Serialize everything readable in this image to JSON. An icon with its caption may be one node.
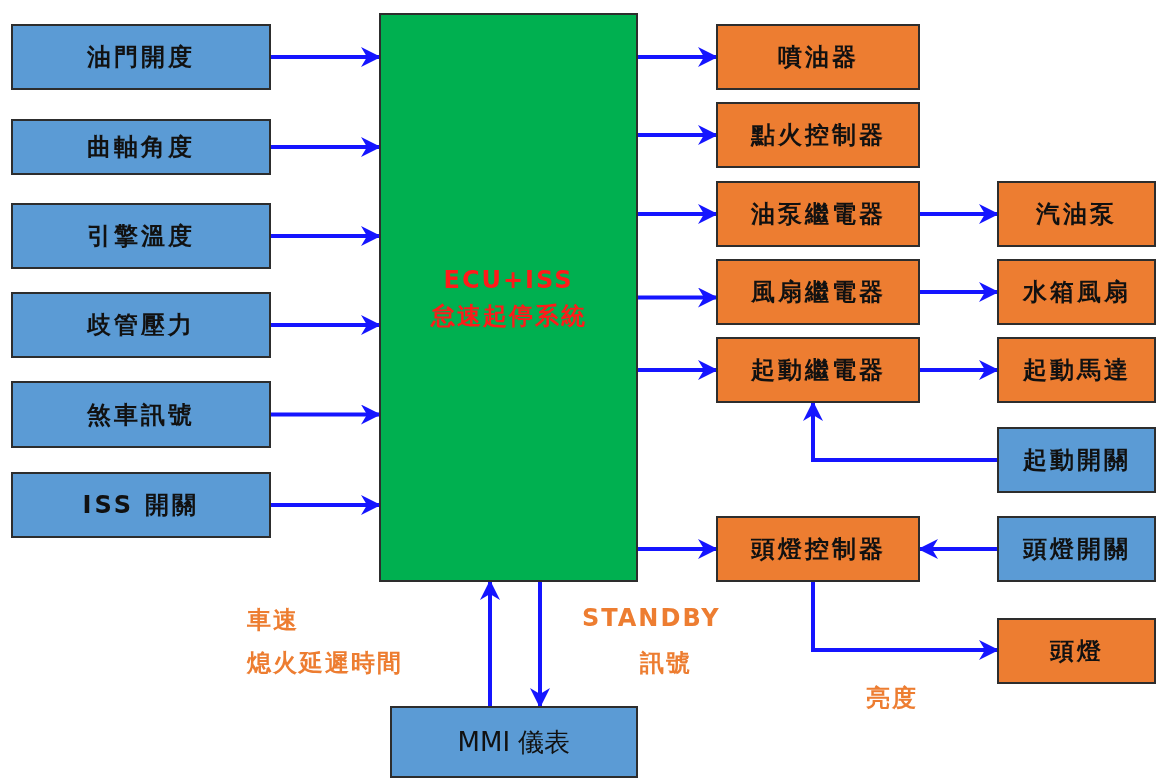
{
  "diagram": {
    "nodes": [
      {
        "text": [
          "油門開度"
        ]
      },
      {
        "text": [
          "曲軸角度"
        ]
      },
      {
        "text": [
          "引擎溫度"
        ]
      },
      {
        "text": [
          "歧管壓力"
        ]
      },
      {
        "text": [
          "煞車訊號"
        ]
      },
      {
        "text": [
          "ISS 開關"
        ]
      },
      {
        "text": [
          "ECU+ISS",
          "怠速起停系統"
        ]
      },
      {
        "text": [
          "噴油器"
        ]
      },
      {
        "text": [
          "點火控制器"
        ]
      },
      {
        "text": [
          "油泵繼電器"
        ]
      },
      {
        "text": [
          "風扇繼電器"
        ]
      },
      {
        "text": [
          "起動繼電器"
        ]
      },
      {
        "text": [
          "汽油泵"
        ]
      },
      {
        "text": [
          "水箱風扇"
        ]
      },
      {
        "text": [
          "起動馬達"
        ]
      },
      {
        "text": [
          "起動開關"
        ]
      },
      {
        "text": [
          "頭燈控制器"
        ]
      },
      {
        "text": [
          "頭燈開關"
        ]
      },
      {
        "text": [
          "頭燈"
        ]
      },
      {
        "text": [
          "MMI 儀表"
        ]
      }
    ],
    "edges": [
      {
        "from": 0,
        "to": 6,
        "arrow": "to"
      },
      {
        "from": 1,
        "to": 6,
        "arrow": "to"
      },
      {
        "from": 2,
        "to": 6,
        "arrow": "to"
      },
      {
        "from": 3,
        "to": 6,
        "arrow": "to"
      },
      {
        "from": 4,
        "to": 6,
        "arrow": "to"
      },
      {
        "from": 5,
        "to": 6,
        "arrow": "to"
      },
      {
        "from": 6,
        "to": 7,
        "arrow": "to"
      },
      {
        "from": 6,
        "to": 8,
        "arrow": "to"
      },
      {
        "from": 6,
        "to": 9,
        "arrow": "to"
      },
      {
        "from": 6,
        "to": 10,
        "arrow": "to"
      },
      {
        "from": 6,
        "to": 11,
        "arrow": "to"
      },
      {
        "from": 6,
        "to": 16,
        "arrow": "to"
      },
      {
        "from": 9,
        "to": 12,
        "arrow": "to"
      },
      {
        "from": 10,
        "to": 13,
        "arrow": "to"
      },
      {
        "from": 11,
        "to": 14,
        "arrow": "to"
      },
      {
        "from": 15,
        "to": 11,
        "arrow": "to"
      },
      {
        "from": 17,
        "to": 16,
        "arrow": "to"
      },
      {
        "from": 16,
        "to": 18,
        "arrow": "to"
      },
      {
        "from": 19,
        "to": 6,
        "arrow": "to"
      },
      {
        "from": 6,
        "to": 19,
        "arrow": "to"
      }
    ],
    "labels": [
      "車速",
      "熄火延遲時間",
      "STANDBY",
      "訊號",
      "亮度"
    ]
  }
}
